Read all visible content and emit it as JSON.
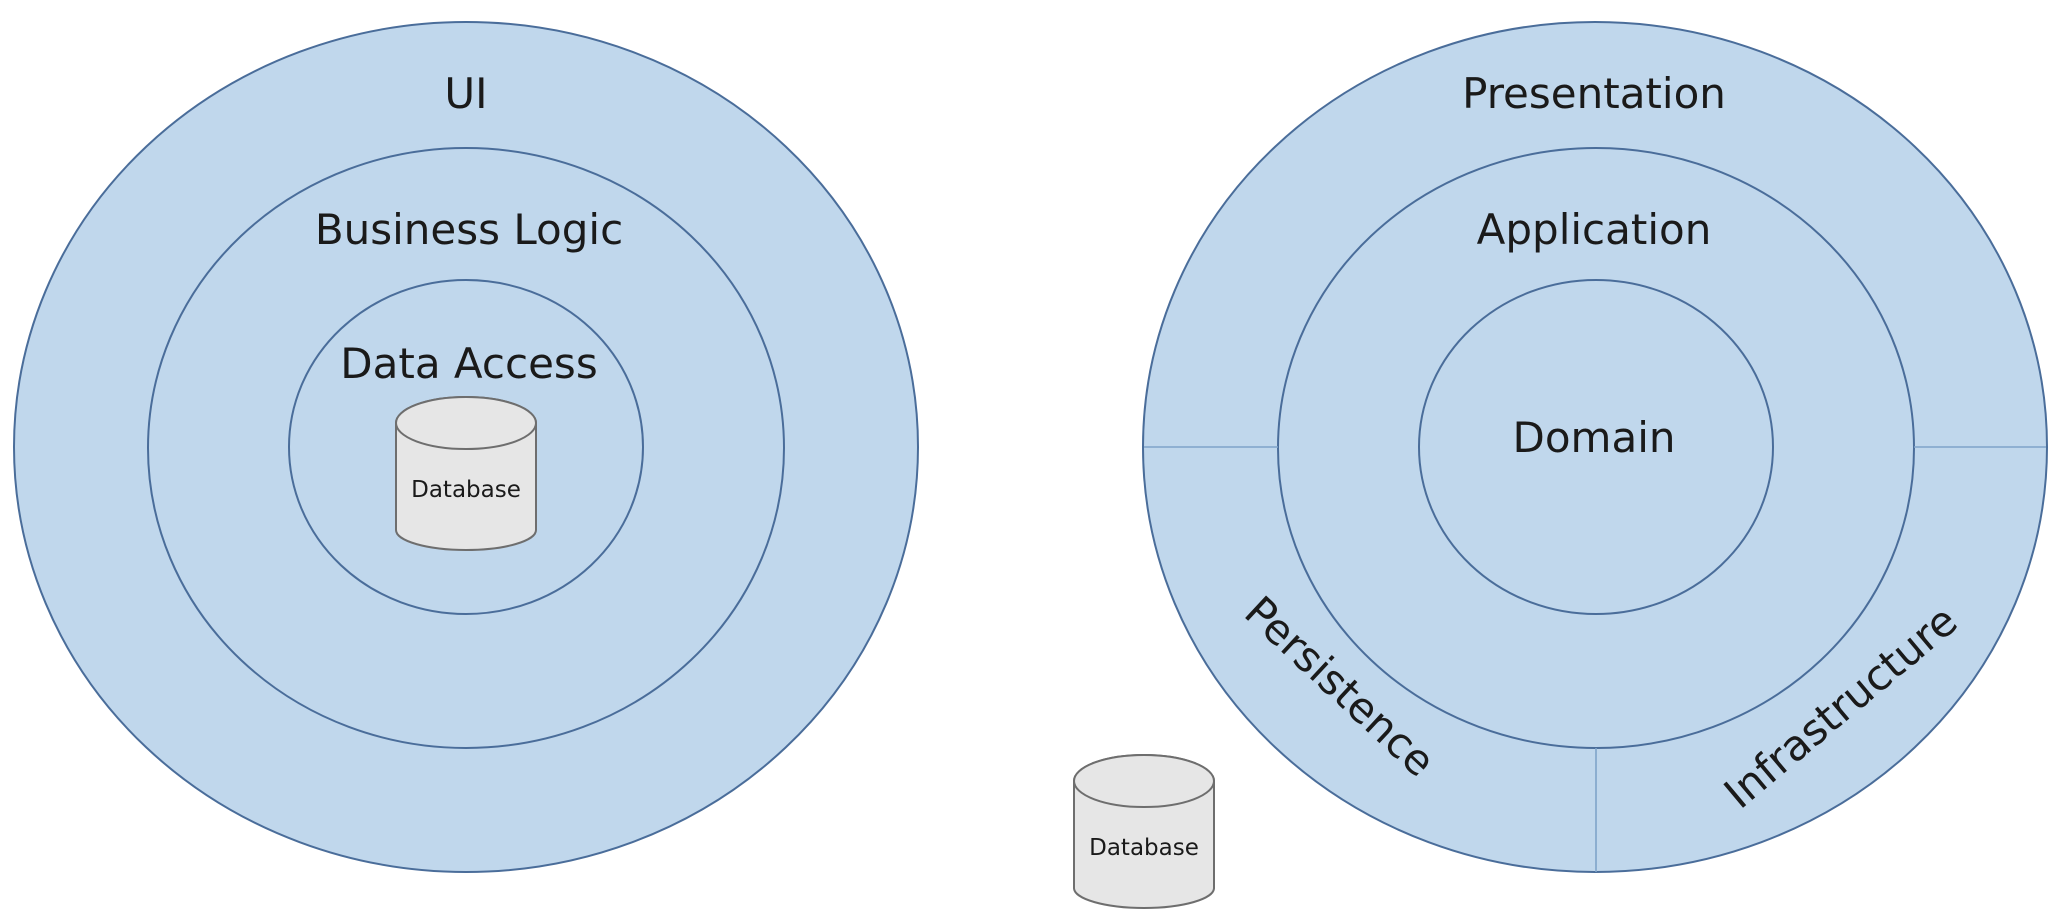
{
  "left_diagram": {
    "outer_label": "UI",
    "middle_label": "Business Logic",
    "inner_label": "Data Access",
    "database_label": "Database"
  },
  "right_diagram": {
    "outer_label": "Presentation",
    "middle_label": "Application",
    "inner_label": "Domain",
    "persistence_label": "Persistence",
    "infrastructure_label": "Infrastructure"
  },
  "external_database": {
    "label": "Database"
  },
  "colors": {
    "ring_fill": "#c0d7ec",
    "ring_stroke": "#4a6d9a",
    "database_fill": "#e6e6e6",
    "database_stroke": "#6e6e6e"
  }
}
